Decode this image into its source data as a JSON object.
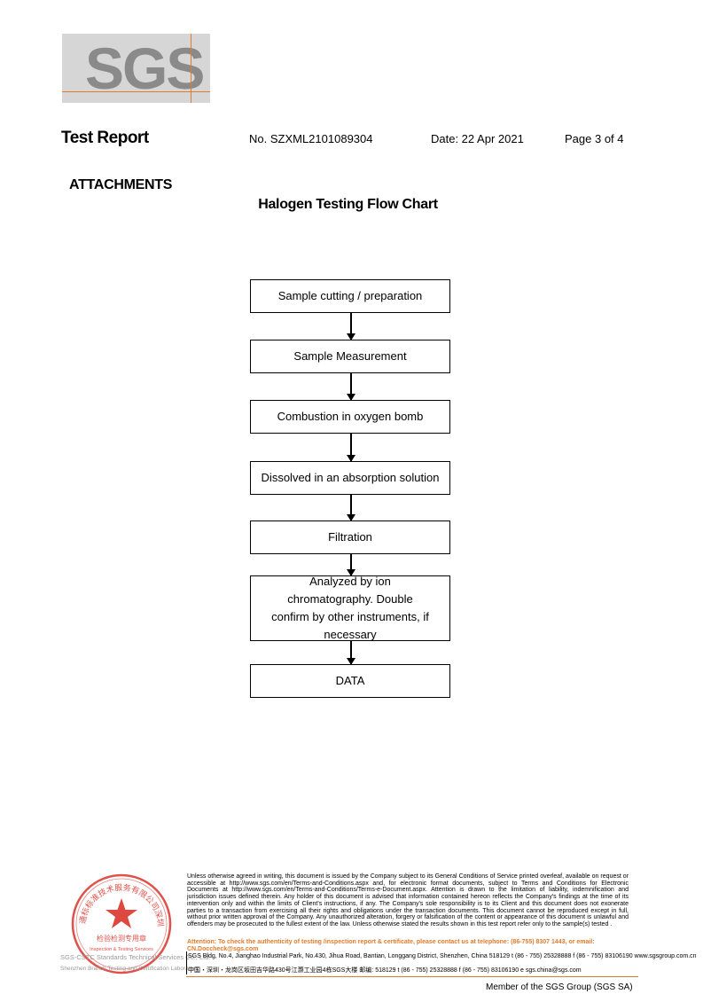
{
  "logo": {
    "text": "SGS"
  },
  "header": {
    "title": "Test Report",
    "report_no": "No. SZXML2101089304",
    "date": "Date: 22 Apr 2021",
    "page": "Page 3 of 4"
  },
  "section_title": "ATTACHMENTS",
  "chart_title": "Halogen Testing Flow Chart",
  "flow_steps": [
    "Sample cutting / preparation",
    "Sample Measurement",
    "Combustion in oxygen bomb",
    "Dissolved in an absorption solution",
    "Filtration",
    "Analyzed by ion chromatography. Double confirm by other instruments, if necessary",
    "DATA"
  ],
  "footer": {
    "disclaimer": "Unless otherwise agreed in writing, this document is issued by the Company subject to its General Conditions of Service printed overleaf, available on request or accessible at http://www.sgs.com/en/Terms-and-Conditions.aspx and, for electronic format documents, subject to Terms and Conditions for Electronic Documents at http://www.sgs.com/en/Terms-and-Conditions/Terms-e-Document.aspx. Attention is drawn to the limitation of liability, indemnification and jurisdiction issues defined therein. Any holder of this document is advised that information contained hereon reflects the Company's findings at the time of its intervention only and within the limits of Client's instructions, if any. The Company's sole responsibility is to its Client and this document does not exonerate parties to a transaction from exercising all their rights and obligations under the transaction documents. This document cannot be reproduced except in full, without prior written approval of the Company. Any unauthorized alteration, forgery or falsification of the content or appearance of this document is unlawful and offenders may be prosecuted to the fullest extent of the law. Unless otherwise stated the results shown in this test report refer only to the sample(s) tested .",
    "attention": "Attention: To check the authenticity of testing /inspection report & certificate, please contact us at telephone: (86-755) 8307 1443, or email: CN.Doccheck@sgs.com",
    "company_left": "SGS-CSTC Standards Technical Services Co., Ltd.",
    "company_left2": "Shenzhen Branch Testing and Certification Laboratory",
    "address_en": "SGS Bldg, No.4, Jianghao Industrial Park, No.430, Jihua Road, Bantian, Longgang District, Shenzhen, China  518129   t (86 - 755) 25328888   f (86 - 755) 83106190    www.sgsgroup.com.cn",
    "address_cn": "中国・深圳・龙岗区坂田吉华路430号江灏工业园4栋SGS大楼    邮编: 518129   t (86 - 755) 25328888   f (86 - 755) 83106190    e sgs.china@sgs.com",
    "member": "Member of the SGS Group (SGS SA)",
    "stamp_text": "Inspection & Testing Services",
    "stamp_cn": "检验检测专用章"
  },
  "colors": {
    "accent": "#e07b2c",
    "logo_gray": "#8a8a8a",
    "stamp_red": "#d9342b"
  }
}
